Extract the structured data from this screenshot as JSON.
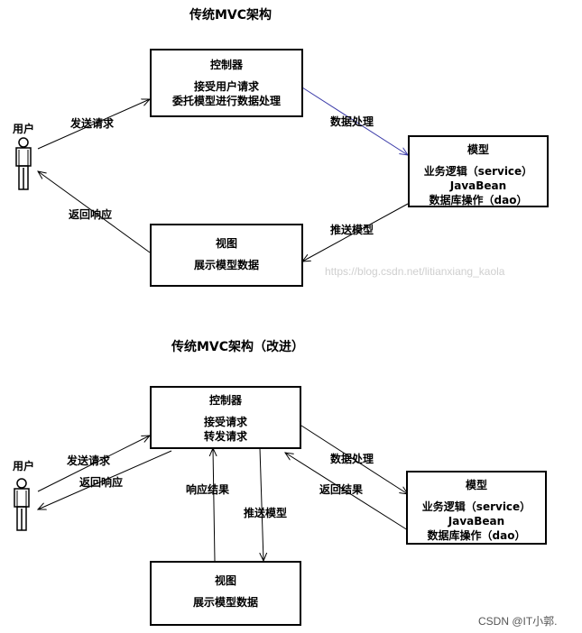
{
  "diagram1": {
    "title": "传统MVC架构",
    "controller": {
      "title": "控制器",
      "lines": [
        "接受用户请求",
        "委托模型进行数据处理"
      ]
    },
    "model": {
      "title": "模型",
      "lines": [
        "业务逻辑（service）",
        "JavaBean",
        "数据库操作（dao）"
      ]
    },
    "view": {
      "title": "视图",
      "lines": [
        "展示模型数据"
      ]
    },
    "user_label": "用户",
    "edges": {
      "send_request": "发送请求",
      "return_response": "返回响应",
      "data_processing": "数据处理",
      "push_model": "推送模型"
    },
    "watermark": "https://blog.csdn.net/litianxiang_kaola"
  },
  "diagram2": {
    "title": "传统MVC架构（改进）",
    "controller": {
      "title": "控制器",
      "lines": [
        "接受请求",
        "转发请求"
      ]
    },
    "model": {
      "title": "模型",
      "lines": [
        "业务逻辑（service）",
        "JavaBean",
        "数据库操作（dao）"
      ]
    },
    "view": {
      "title": "视图",
      "lines": [
        "展示模型数据"
      ]
    },
    "user_label": "用户",
    "edges": {
      "send_request": "发送请求",
      "return_response": "返回响应",
      "response_result": "响应结果",
      "push_model": "推送模型",
      "data_processing": "数据处理",
      "return_result": "返回结果"
    },
    "watermark": "CSDN @IT小郭."
  },
  "colors": {
    "ink": "#000000",
    "accent_arrow": "#3a3aa8",
    "watermark": "#cfcfcf"
  }
}
